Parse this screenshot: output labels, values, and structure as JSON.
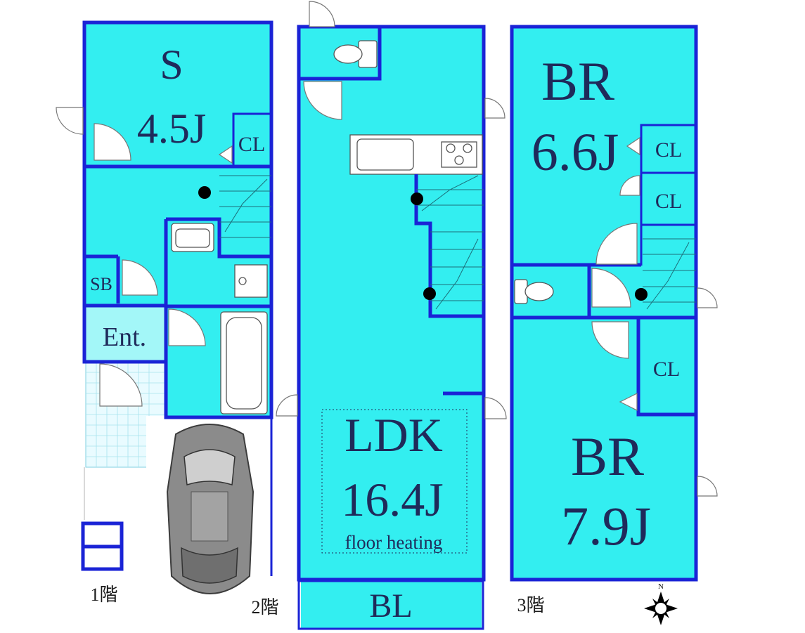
{
  "floors": [
    {
      "label": "1階",
      "rooms": [
        {
          "name": "S",
          "size": "4.5J"
        },
        {
          "name": "CL"
        },
        {
          "name": "SB"
        },
        {
          "name": "Ent."
        }
      ]
    },
    {
      "label": "2階",
      "rooms": [
        {
          "name": "LDK",
          "size": "16.4J",
          "note": "floor heating"
        },
        {
          "name": "BL"
        }
      ]
    },
    {
      "label": "3階",
      "rooms": [
        {
          "name": "BR",
          "size": "6.6J"
        },
        {
          "name": "CL"
        },
        {
          "name": "CL"
        },
        {
          "name": "CL"
        },
        {
          "name": "BR",
          "size": "7.9J"
        }
      ]
    }
  ],
  "compass": {
    "north": "N"
  },
  "colors": {
    "room_fill": "#33eef0",
    "wall": "#1a23d6",
    "label": "#1f2a5a"
  }
}
